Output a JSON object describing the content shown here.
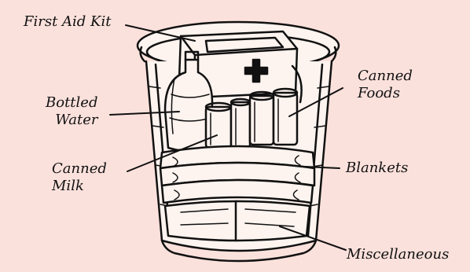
{
  "background_color": "#fbe1dc",
  "ink_color": "#111111",
  "labels": {
    "first_aid_kit": "First Aid Kit",
    "bottled_water": [
      "Bottled",
      "Water"
    ],
    "canned_milk": [
      "Canned",
      "Milk"
    ],
    "canned_foods": [
      "Canned",
      "Foods"
    ],
    "blankets": "Blankets",
    "miscellaneous": "Miscellaneous"
  }
}
